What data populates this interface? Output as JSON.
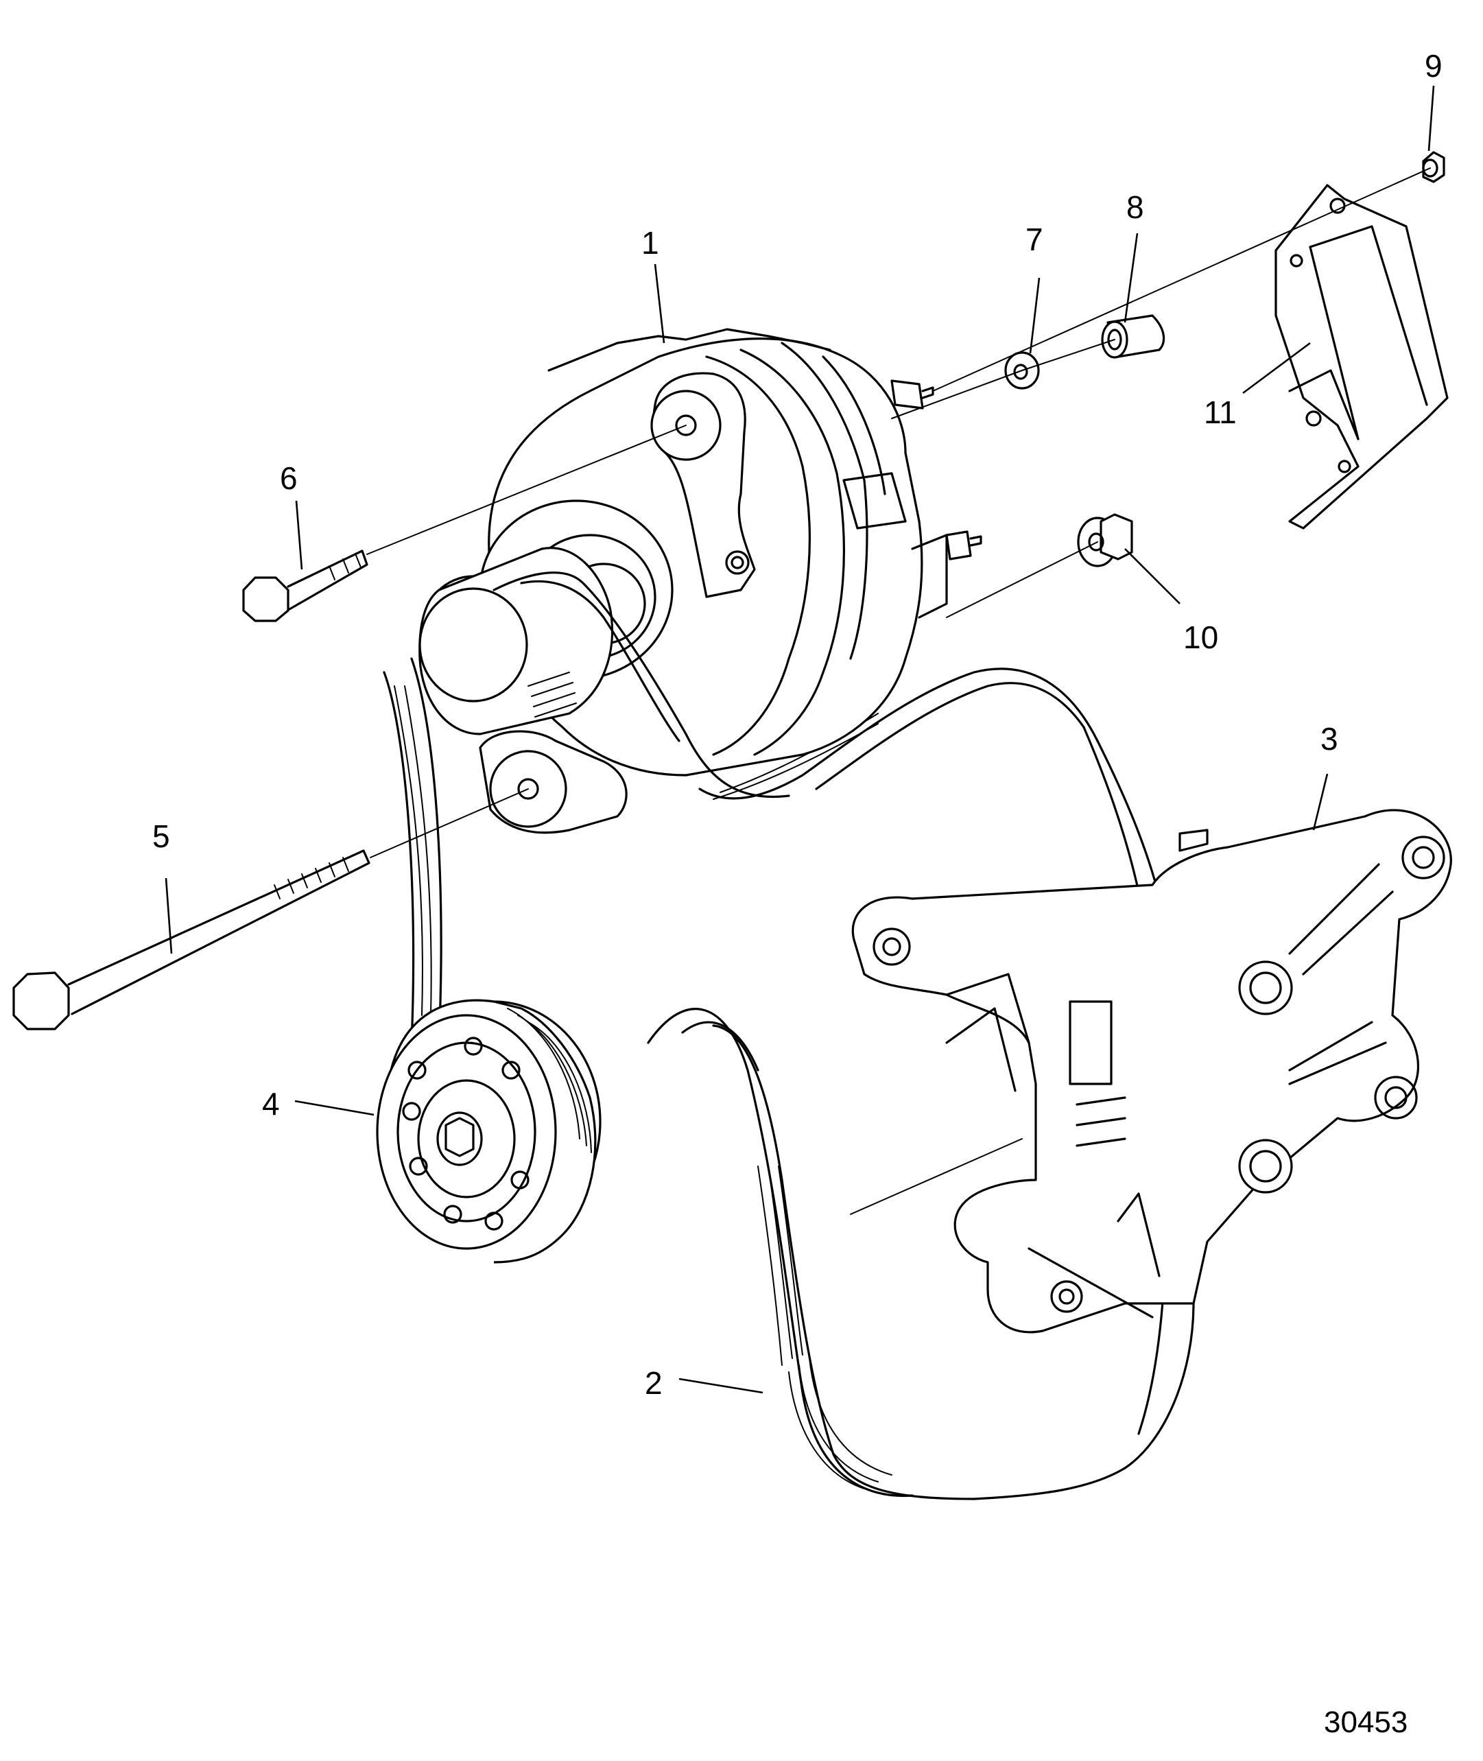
{
  "callouts": [
    {
      "id": "1",
      "label": "1"
    },
    {
      "id": "2",
      "label": "2"
    },
    {
      "id": "3",
      "label": "3"
    },
    {
      "id": "4",
      "label": "4"
    },
    {
      "id": "5",
      "label": "5"
    },
    {
      "id": "6",
      "label": "6"
    },
    {
      "id": "7",
      "label": "7"
    },
    {
      "id": "8",
      "label": "8"
    },
    {
      "id": "9",
      "label": "9"
    },
    {
      "id": "10",
      "label": "10"
    },
    {
      "id": "11",
      "label": "11"
    }
  ],
  "figure_number": "30453"
}
